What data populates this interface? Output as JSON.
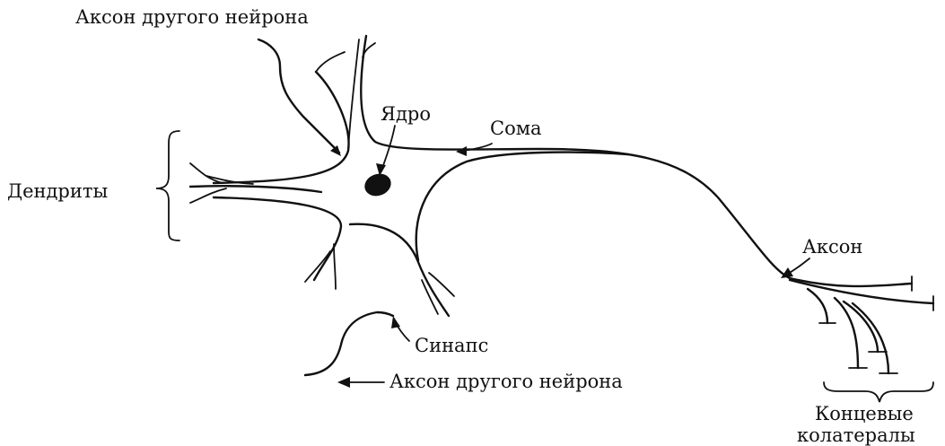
{
  "labels": {
    "axon_other_top": "Аксон другого нейрона",
    "nucleus": "Ядро",
    "soma": "Сома",
    "dendrites": "Дендриты",
    "axon": "Аксон",
    "synapse": "Синапс",
    "axon_other_bottom": "Аксон другого нейрона",
    "terminal_1": "Концевые",
    "terminal_2": "колатералы"
  }
}
